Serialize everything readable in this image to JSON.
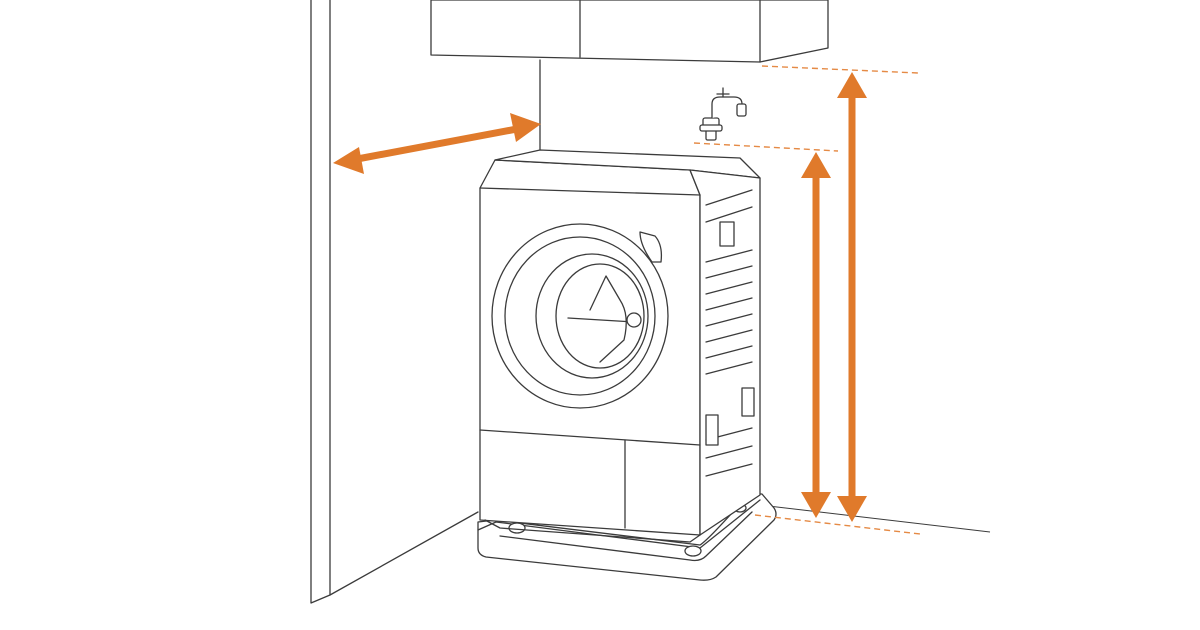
{
  "diagram": {
    "subject": "drum-washing-machine-installation",
    "colors": {
      "line": "#3b3b3b",
      "fill": "#ffffff",
      "accent": "#e07a2b",
      "accent_dash": "#e58a45"
    },
    "dimension_arrows": [
      {
        "name": "side-clearance",
        "orientation": "horizontal"
      },
      {
        "name": "faucet-height",
        "orientation": "vertical"
      },
      {
        "name": "cabinet-height",
        "orientation": "vertical"
      }
    ],
    "reference_lines": [
      "cabinet-bottom-line",
      "faucet-line",
      "floor-pan-line"
    ],
    "icons": [
      "faucet-icon",
      "washing-machine",
      "wall-cabinet",
      "waterproof-pan"
    ]
  }
}
